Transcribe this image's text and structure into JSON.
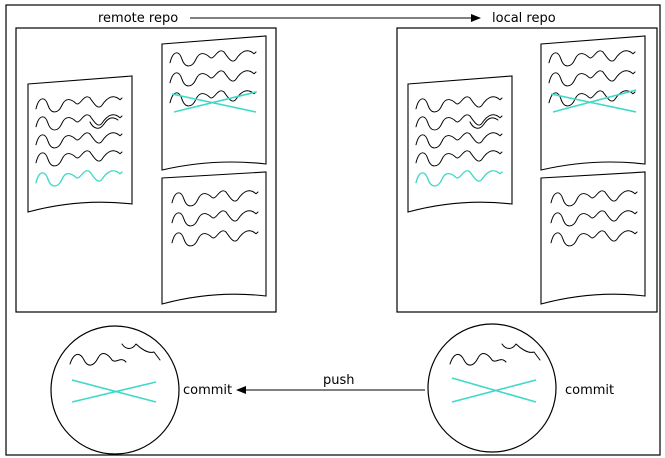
{
  "colors": {
    "change": "#3fd9c6",
    "line": "#000000",
    "background": "#ffffff"
  },
  "labels": {
    "remote_repo": "remote repo",
    "local_repo": "local repo",
    "push": "push",
    "commit_left": "commit",
    "commit_right": "commit"
  }
}
